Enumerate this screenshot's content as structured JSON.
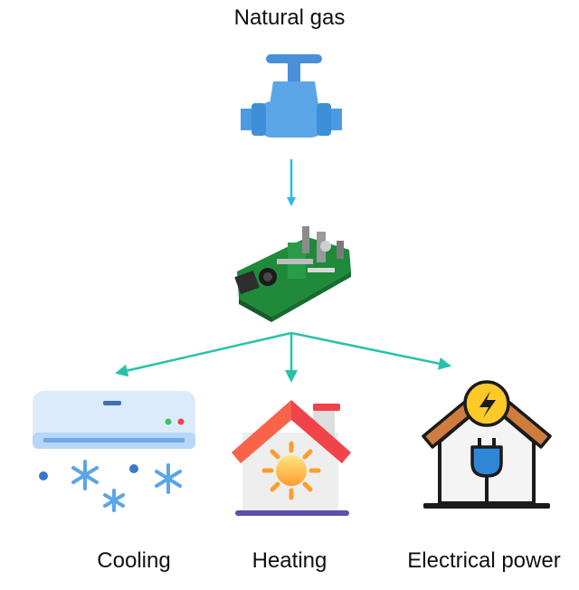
{
  "source": {
    "label": "Natural gas",
    "icon": "gas-valve-icon"
  },
  "converter": {
    "icon": "chp-engine-icon"
  },
  "outputs": [
    {
      "label": "Cooling",
      "icon": "air-conditioner-icon"
    },
    {
      "label": "Heating",
      "icon": "heated-house-icon"
    },
    {
      "label": "Electrical power",
      "icon": "electric-house-icon"
    }
  ],
  "colors": {
    "valve_arrow": "#2ab8ee",
    "branch_arrows": "#27c3a8",
    "pipe_blue": "#5aa6e6",
    "engine_green": "#1f8a3a",
    "roof_red": "#f0434a",
    "sun_yellow": "#fbc02d",
    "plug_blue": "#2f86d6"
  }
}
